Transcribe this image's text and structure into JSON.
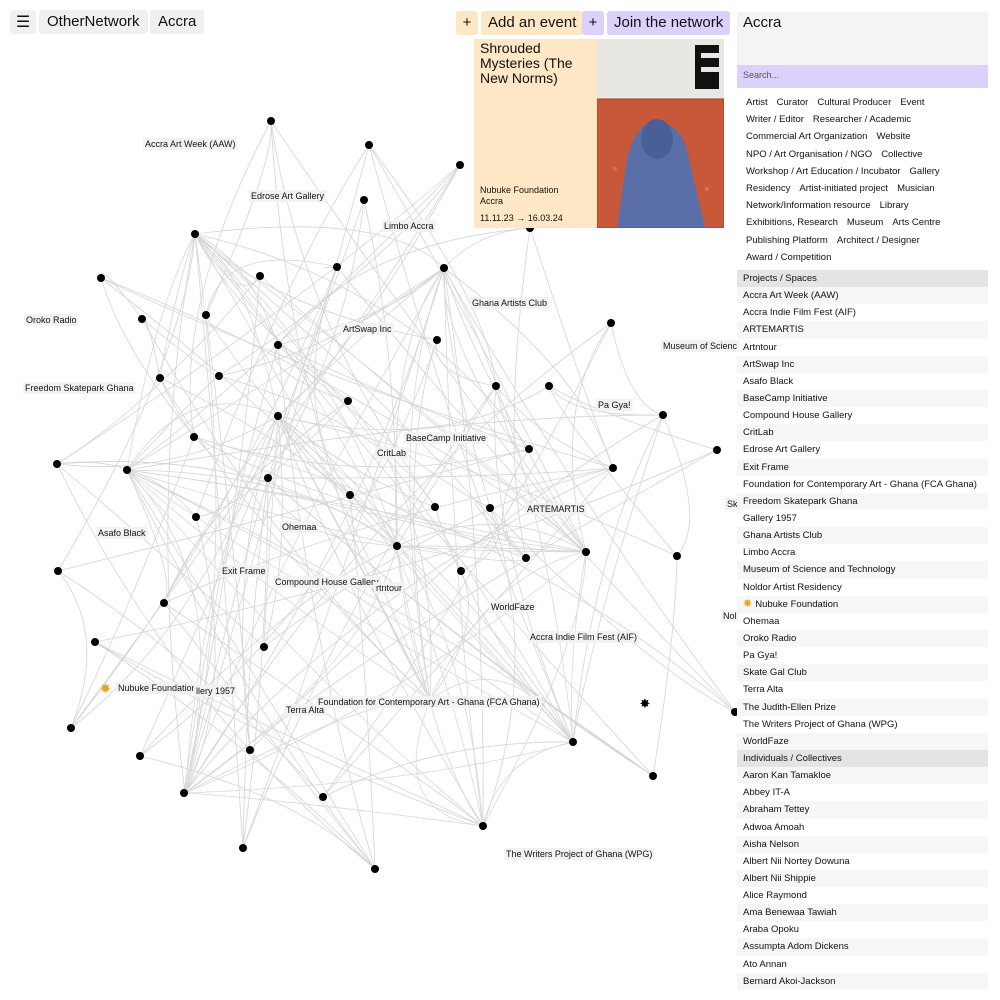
{
  "header": {
    "app_title": "OtherNetwork",
    "city": "Accra",
    "add_event_plus": "+",
    "add_event": "Add an event",
    "join_plus": "+",
    "join_network": "Join the network"
  },
  "colors": {
    "add_event_bg": "#fde7c4",
    "join_bg": "#dcd1fb",
    "highlight_node": "#f0a020"
  },
  "event_card": {
    "title": "Shrouded Mysteries (The New Norms)",
    "venue_line1": "Nubuke Foundation",
    "venue_line2": "Accra",
    "dates": "11.11.23 → 16.03.24"
  },
  "right_panel": {
    "title": "Accra",
    "search_placeholder": "Search...",
    "filters": [
      [
        "Artist",
        "Curator",
        "Cultural Producer",
        "Event"
      ],
      [
        "Writer / Editor",
        "Researcher / Academic"
      ],
      [
        "Commercial Art Organization",
        "Website"
      ],
      [
        "NPO / Art Organisation / NGO",
        "Collective"
      ],
      [
        "Workshop / Art Education / Incubator",
        "Gallery"
      ],
      [
        "Residency",
        "Artist-initiated project",
        "Musician"
      ],
      [
        "Network/Information resource",
        "Library"
      ],
      [
        "Exhibitions, Research",
        "Museum",
        "Arts Centre"
      ],
      [
        "Publishing Platform",
        "Architect / Designer"
      ],
      [
        "Award / Competition"
      ]
    ],
    "section_projects": "Projects / Spaces",
    "projects": [
      "Accra Art Week (AAW)",
      "Accra Indie Film Fest (AIF)",
      "ARTEMARTIS",
      "Artntour",
      "ArtSwap Inc",
      "Asafo Black",
      "BaseCamp Initiative",
      "Compound House Gallery",
      "CritLab",
      "Edrose Art Gallery",
      "Exit Frame",
      "Foundation for Contemporary Art - Ghana (FCA Ghana)",
      "Freedom Skatepark Ghana",
      "Gallery 1957",
      "Ghana Artists Club",
      "Limbo Accra",
      "Museum of Science and Technology",
      "Noldor Artist Residency",
      "Nubuke Foundation",
      "Ohemaa",
      "Oroko Radio",
      "Pa Gya!",
      "Skate Gal Club",
      "Terra Alta",
      "The Judith-Ellen Prize",
      "The Writers Project of Ghana (WPG)",
      "WorldFaze"
    ],
    "section_individuals": "Individuals / Collectives",
    "individuals": [
      "Aaron Kan Tamakloe",
      "Abbey IT-A",
      "Abraham Tettey",
      "Adwoa Amoah",
      "Aisha Nelson",
      "Albert Nii Nortey Dowuna",
      "Albert Nii Shippie",
      "Alice Raymond",
      "Ama Benewaa Tawiah",
      "Araba Opoku",
      "Assumpta Adom Dickens",
      "Ato Annan",
      "Bernard Akoi-Jackson"
    ]
  },
  "graph_labels": [
    "Accra Art Week (AAW)",
    "Edrose Art Gallery",
    "Limbo Accra",
    "Oroko Radio",
    "ArtSwap Inc",
    "Ghana Artists Club",
    "Museum of Scienc",
    "Freedom Skatepark Ghana",
    "Pa Gya!",
    "BaseCamp Initiative",
    "CritLab",
    "ARTEMARTIS",
    "Sk",
    "Asafo Black",
    "Ohemaa",
    "Exit Frame",
    "Compound House Gallery",
    "rtntour",
    "WorldFaze",
    "Nol",
    "Accra Indie Film Fest (AIF)",
    "Nubuke Foundation",
    "llery 1957",
    "Terra Alta",
    "Foundation for Contemporary Art - Ghana (FCA Ghana)",
    "The Writers Project of Ghana (WPG)"
  ]
}
